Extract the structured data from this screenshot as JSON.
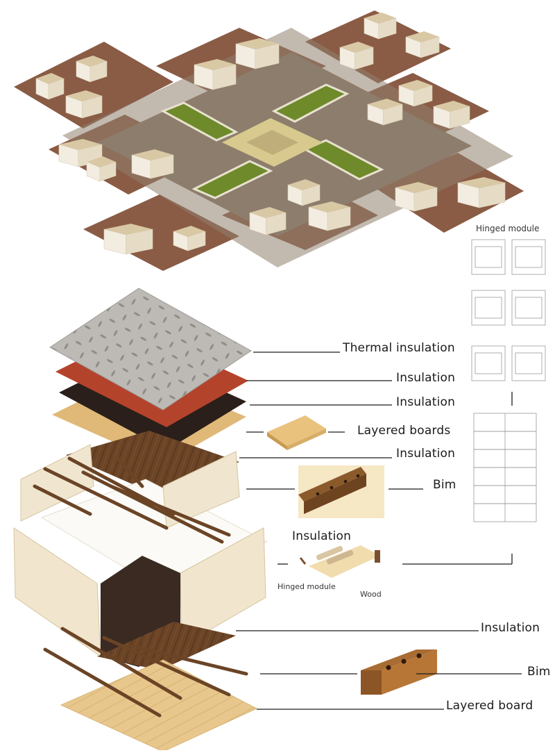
{
  "labels": {
    "hinged_module_top": "Hinged module",
    "thermal_insulation": "Thermal insulation",
    "insulation_1": "Insulation",
    "insulation_2": "Insulation",
    "layered_boards": "Layered boards",
    "insulation_3": "Insulation",
    "bim_top": "Bim",
    "insulation_4": "Insulation",
    "hinged_module_detail": "Hinged module",
    "wood": "Wood",
    "insulation_5": "Insulation",
    "bim_bottom": "Bim",
    "layered_board": "Layered board"
  },
  "colors": {
    "soil": "#8a5b45",
    "path": "#8d7d6c",
    "grass": "#6f8a2a",
    "plaza": "#d8c98f",
    "module_wall": "#f2ece0",
    "module_roof": "#d9c8a4",
    "plywood": "#e6c48a",
    "dark_wood": "#5a3a22",
    "red_layer": "#b4432b",
    "black_layer": "#2a1f1a",
    "steel_plate": "#b9b6b2"
  }
}
